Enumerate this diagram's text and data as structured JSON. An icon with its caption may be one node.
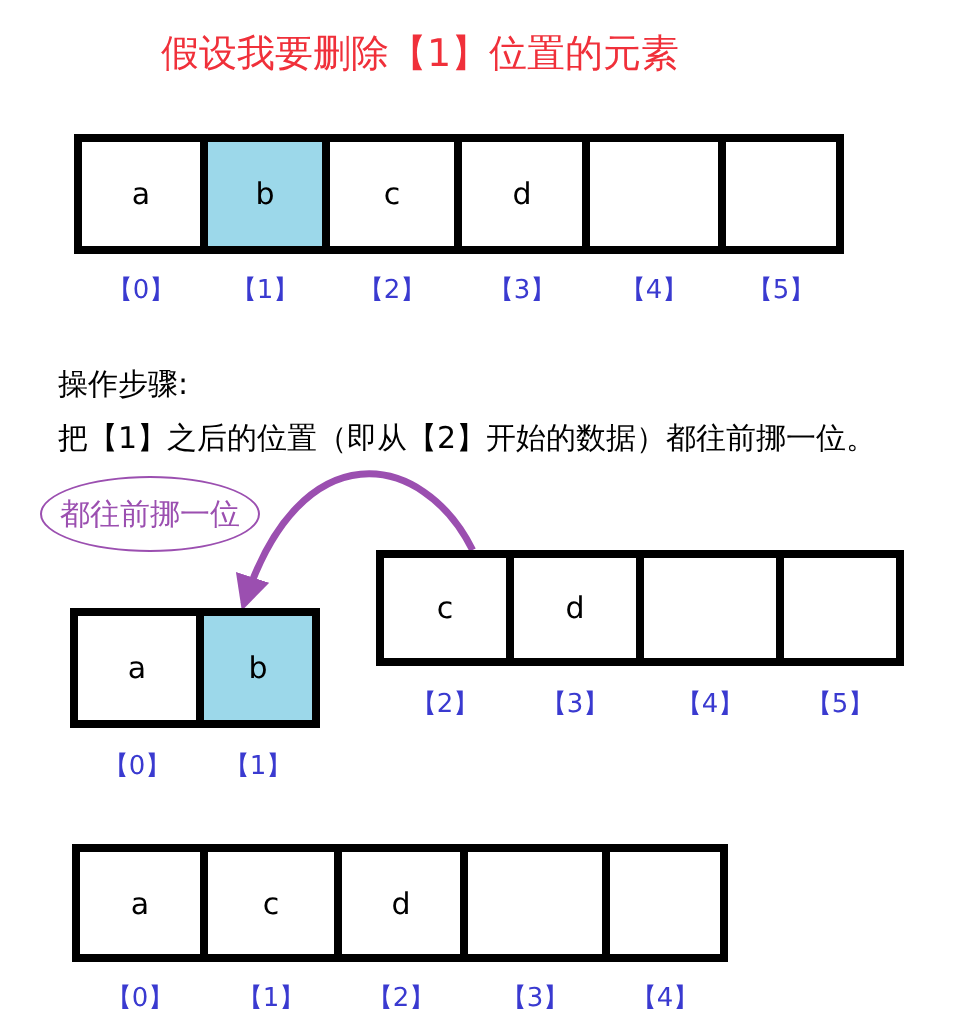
{
  "diagram": {
    "title": "假设我要删除【1】位置的元素",
    "nodes": [
      {
        "text": [
          "a"
        ],
        "beside": [
          "【0】"
        ]
      },
      {
        "text": [
          "b"
        ],
        "beside": [
          "【1】"
        ]
      },
      {
        "text": [
          "c"
        ],
        "beside": [
          "【2】"
        ]
      },
      {
        "text": [
          "d"
        ],
        "beside": [
          "【3】"
        ]
      },
      {
        "text": [],
        "shape": "box",
        "beside": [
          "【4】"
        ]
      },
      {
        "text": [],
        "shape": "box",
        "beside": [
          "【5】"
        ]
      },
      {
        "text": [
          "都往前挪一位"
        ]
      },
      {
        "text": [
          "a"
        ],
        "beside": [
          "【0】"
        ]
      },
      {
        "text": [
          "b"
        ],
        "beside": [
          "【1】"
        ]
      },
      {
        "text": [
          "c"
        ],
        "beside": [
          "【2】"
        ]
      },
      {
        "text": [
          "d"
        ],
        "beside": [
          "【3】"
        ]
      },
      {
        "text": [],
        "shape": "box",
        "beside": [
          "【4】"
        ]
      },
      {
        "text": [],
        "shape": "box",
        "beside": [
          "【5】"
        ]
      },
      {
        "text": [
          "a"
        ],
        "beside": [
          "【0】"
        ]
      },
      {
        "text": [
          "c"
        ],
        "beside": [
          "【1】"
        ]
      },
      {
        "text": [
          "d"
        ],
        "beside": [
          "【2】"
        ]
      },
      {
        "text": [],
        "shape": "box",
        "beside": [
          "【3】"
        ]
      },
      {
        "text": [],
        "shape": "box",
        "beside": [
          "【4】"
        ]
      }
    ],
    "edges": [
      {
        "from": 9,
        "to": 8,
        "arrow": "to"
      }
    ],
    "labels": [
      "操作步骤:",
      "把【1】之后的位置（即从【2】开始的数据）都往前挪一位。"
    ]
  }
}
